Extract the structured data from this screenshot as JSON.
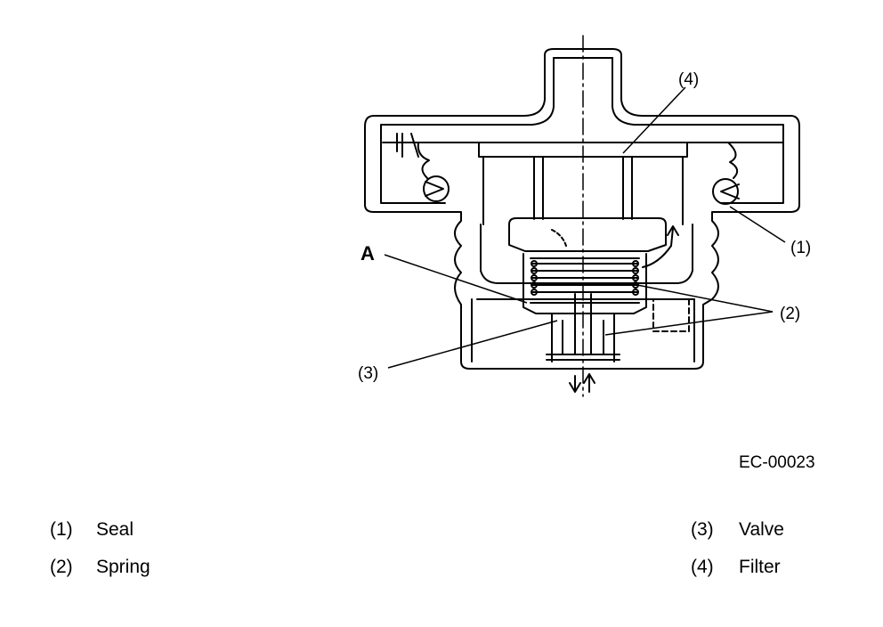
{
  "diagram": {
    "callouts": {
      "filter": "(4)",
      "seal": "(1)",
      "spring": "(2)",
      "valve": "(3)",
      "a": "A"
    },
    "figure_code": "EC-00023"
  },
  "legend": [
    {
      "num": "(1)",
      "name": "Seal"
    },
    {
      "num": "(2)",
      "name": "Spring"
    },
    {
      "num": "(3)",
      "name": "Valve"
    },
    {
      "num": "(4)",
      "name": "Filter"
    }
  ]
}
